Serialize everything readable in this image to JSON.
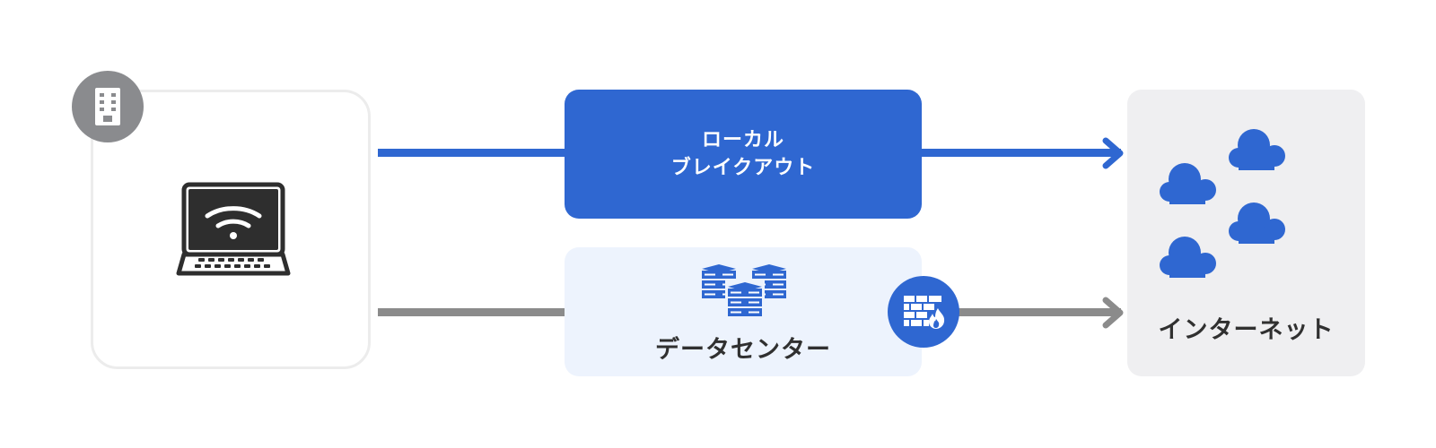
{
  "diagram": {
    "office": {
      "icon": "building-icon",
      "device_icon": "laptop-wifi-icon"
    },
    "local_breakout": {
      "line1": "ローカル",
      "line2": "ブレイクアウト"
    },
    "datacenter": {
      "label": "データセンター",
      "icon": "server-stack-icon",
      "firewall_icon": "firewall-icon"
    },
    "internet": {
      "label": "インターネット",
      "icon": "cloud-icon"
    },
    "colors": {
      "primary_blue": "#2f67d1",
      "gray_line": "#8b8b8b",
      "badge_gray": "#8a8b8e",
      "datacenter_bg": "#edf3fd",
      "internet_bg": "#efeff1"
    }
  }
}
